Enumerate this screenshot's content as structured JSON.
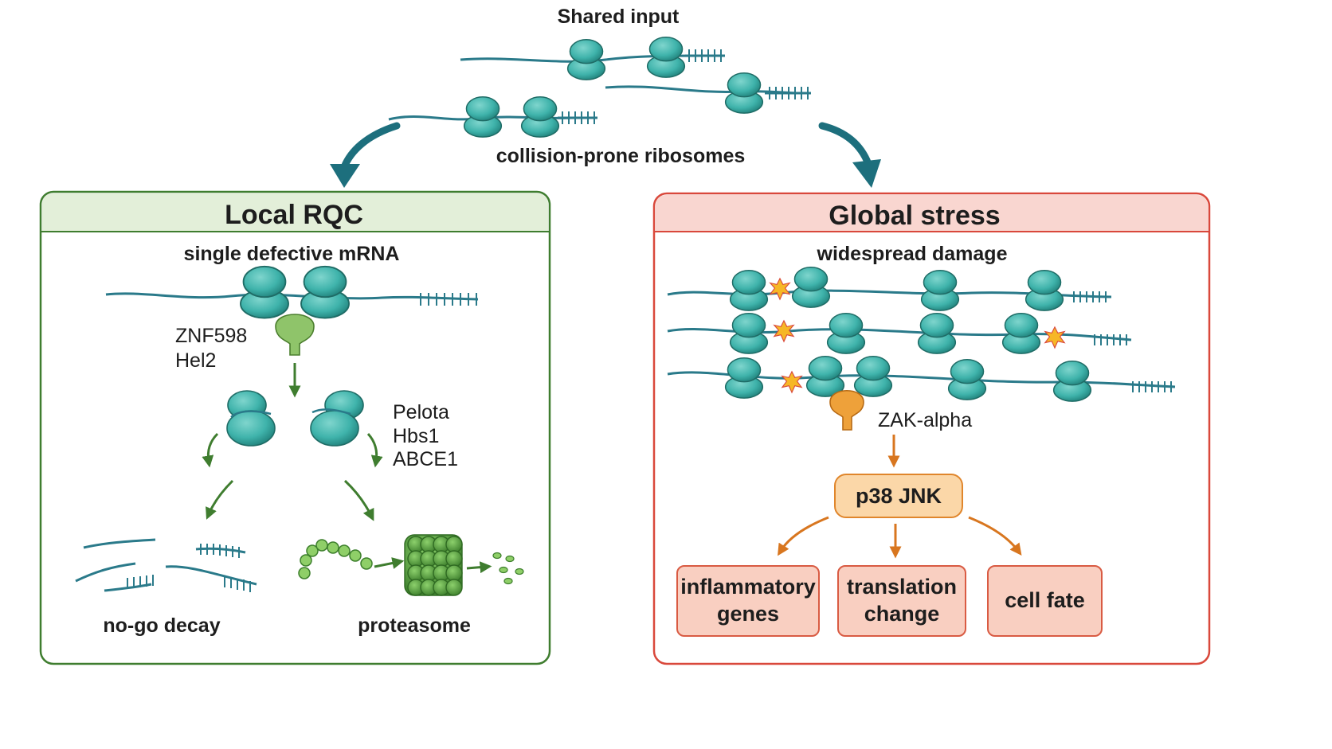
{
  "header": {
    "shared_input": "Shared input",
    "ribosomes_caption": "collision-prone ribosomes"
  },
  "local_panel": {
    "title": "Local RQC",
    "subtitle": "single defective mRNA",
    "sensor_labels": [
      "ZNF598",
      "Hel2"
    ],
    "splitting_labels": [
      "Pelota",
      "Hbs1",
      "ABCE1"
    ],
    "outcome_left": "no-go decay",
    "outcome_right": "proteasome"
  },
  "global_panel": {
    "title": "Global stress",
    "subtitle": "widespread damage",
    "kinase_label": "ZAK-alpha",
    "pathway_label": "p38 JNK",
    "outputs": [
      {
        "lines": [
          "inflammatory",
          "genes"
        ]
      },
      {
        "lines": [
          "translation",
          "change"
        ]
      },
      {
        "lines": [
          "cell fate"
        ]
      }
    ]
  },
  "colors": {
    "ribosome": "#3fb3ab",
    "mrna": "#2a7a8a",
    "local_border": "#3f7d2f",
    "local_header": "#e3efd9",
    "global_border": "#d9483b",
    "global_header": "#f9d6d0",
    "sensor_green": "#8fc46a",
    "zak_orange": "#eea13a",
    "damage_star": "#f6b726",
    "proteasome": "#4f9a3a",
    "output_box": "#f9cfc1"
  },
  "icons": [
    "ribosome-icon",
    "mrna-strand-icon",
    "poly-a-tail-icon",
    "znf598-sensor-icon",
    "zak-alpha-kinase-icon",
    "damage-star-icon",
    "proteasome-icon",
    "peptide-chain-icon"
  ]
}
